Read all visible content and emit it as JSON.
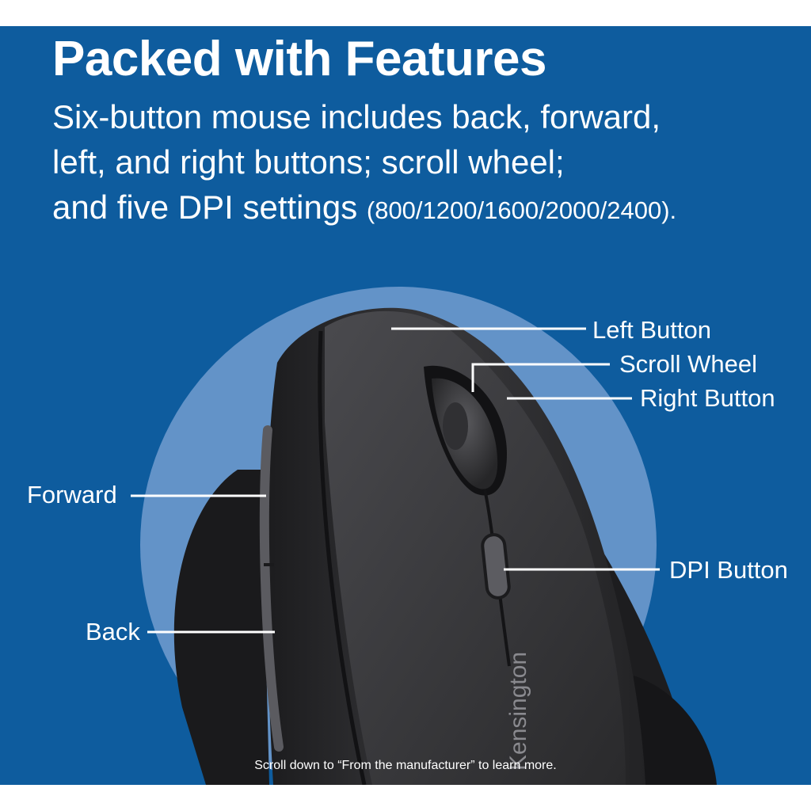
{
  "headline": "Packed with Features",
  "description": {
    "line1": "Six-button mouse includes back, forward,",
    "line2": "left, and right buttons; scroll wheel;",
    "line3_main": "and five DPI settings",
    "line3_small": "(800/1200/1600/2000/2400)."
  },
  "callouts": {
    "left_button": "Left Button",
    "scroll_wheel": "Scroll Wheel",
    "right_button": "Right Button",
    "forward": "Forward",
    "dpi_button": "DPI Button",
    "back": "Back"
  },
  "brand_logo": "Kensington",
  "footer_note": "Scroll down to “From the manufacturer” to learn more.",
  "colors": {
    "panel_blue": "#0e5c9e",
    "circle_blue": "#6393c8",
    "mouse_black": "#2a2a2c",
    "text_white": "#ffffff"
  }
}
